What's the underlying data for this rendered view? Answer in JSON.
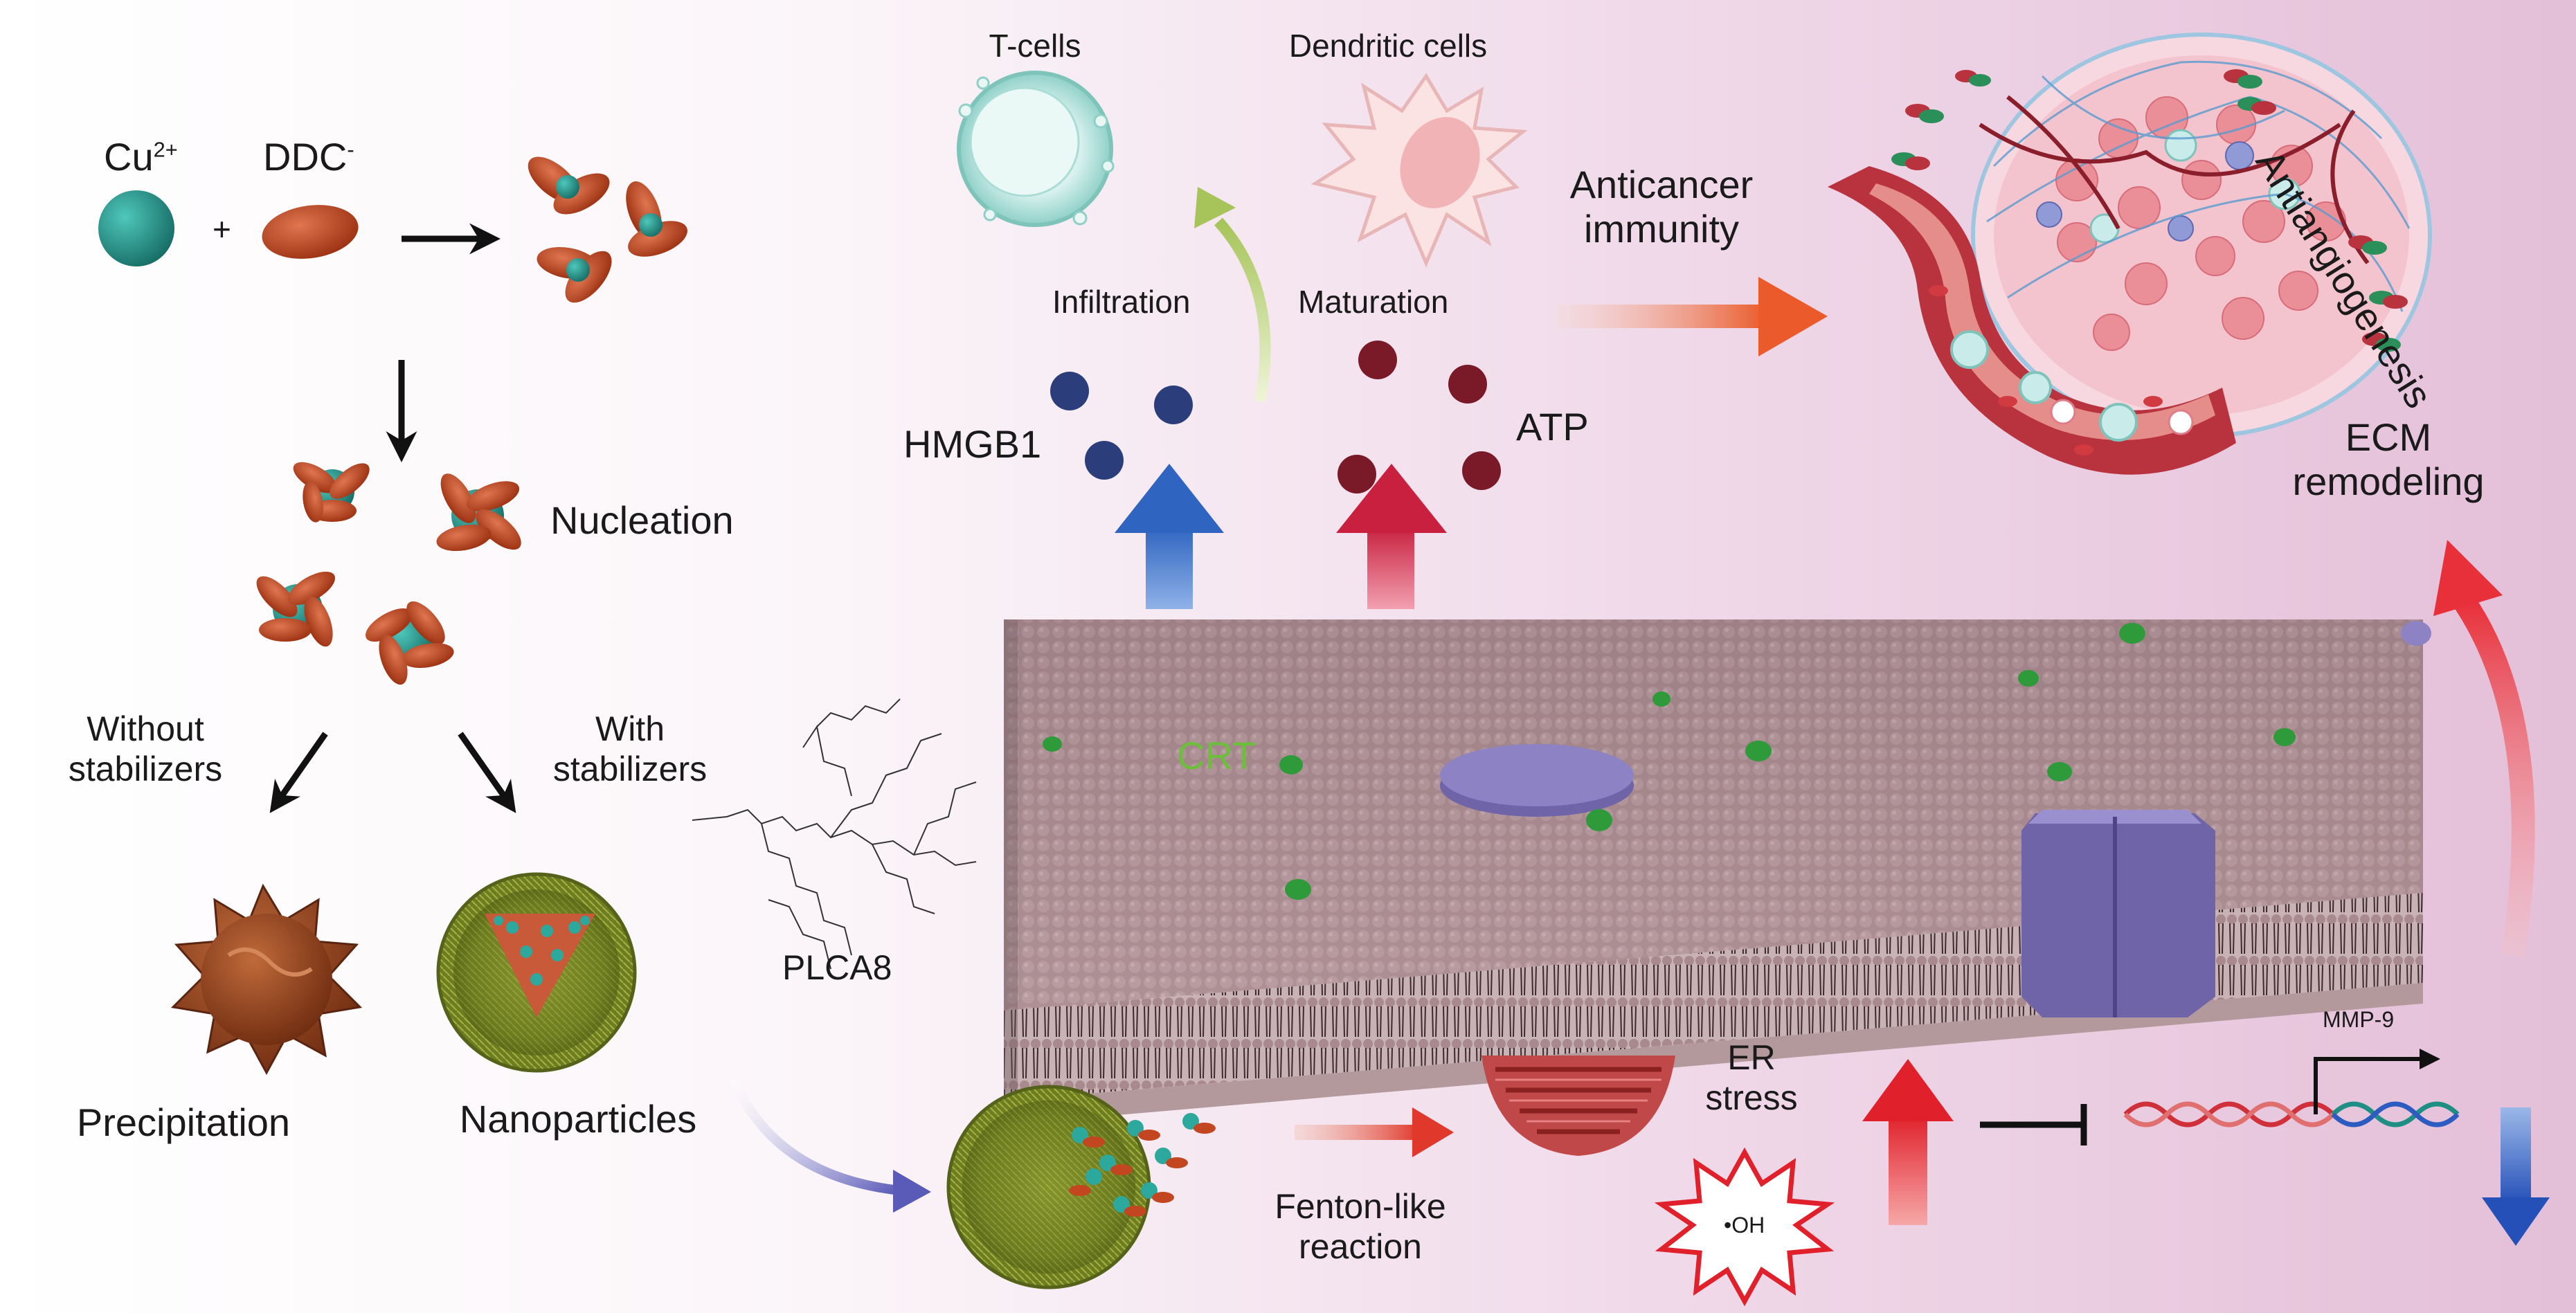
{
  "labels": {
    "cu": "Cu",
    "cu_charge": "2+",
    "plus": "+",
    "ddc": "DDC",
    "ddc_charge": "-",
    "nucleation": "Nucleation",
    "without_line1": "Without",
    "without_line2": "stabilizers",
    "with_line1": "With",
    "with_line2": "stabilizers",
    "precipitation": "Precipitation",
    "nanoparticles": "Nanoparticles",
    "plca8": "PLCA8",
    "tcells": "T-cells",
    "dendritic": "Dendritic cells",
    "infiltration": "Infiltration",
    "maturation": "Maturation",
    "hmgb1": "HMGB1",
    "atp": "ATP",
    "anticancer_line1": "Anticancer",
    "anticancer_line2": "immunity",
    "antiangiogenesis": "Antiangiogenesis",
    "ecm_line1": "ECM",
    "ecm_line2": "remodeling",
    "crt": "CRT",
    "er_line1": "ER",
    "er_line2": "stress",
    "oh": "•OH",
    "fenton_line1": "Fenton-like",
    "fenton_line2": "reaction",
    "mmp9": "MMP-9"
  },
  "colors": {
    "background_left": "#ffffff",
    "background_right": "#e6c3dc",
    "cu_ion": "#1f8f86",
    "ddc_ion": "#c2461f",
    "crt_text": "#6cbf3a",
    "membrane": "#a8898e",
    "hmgb1_dot": "#2b3d7a",
    "atp_dot": "#7a1a28",
    "up_arrow_blue": "#3a6fc4",
    "up_arrow_red": "#e04050",
    "ecm_arrow": "#e83a40",
    "down_arrow_blue": "#2d5cc0"
  }
}
